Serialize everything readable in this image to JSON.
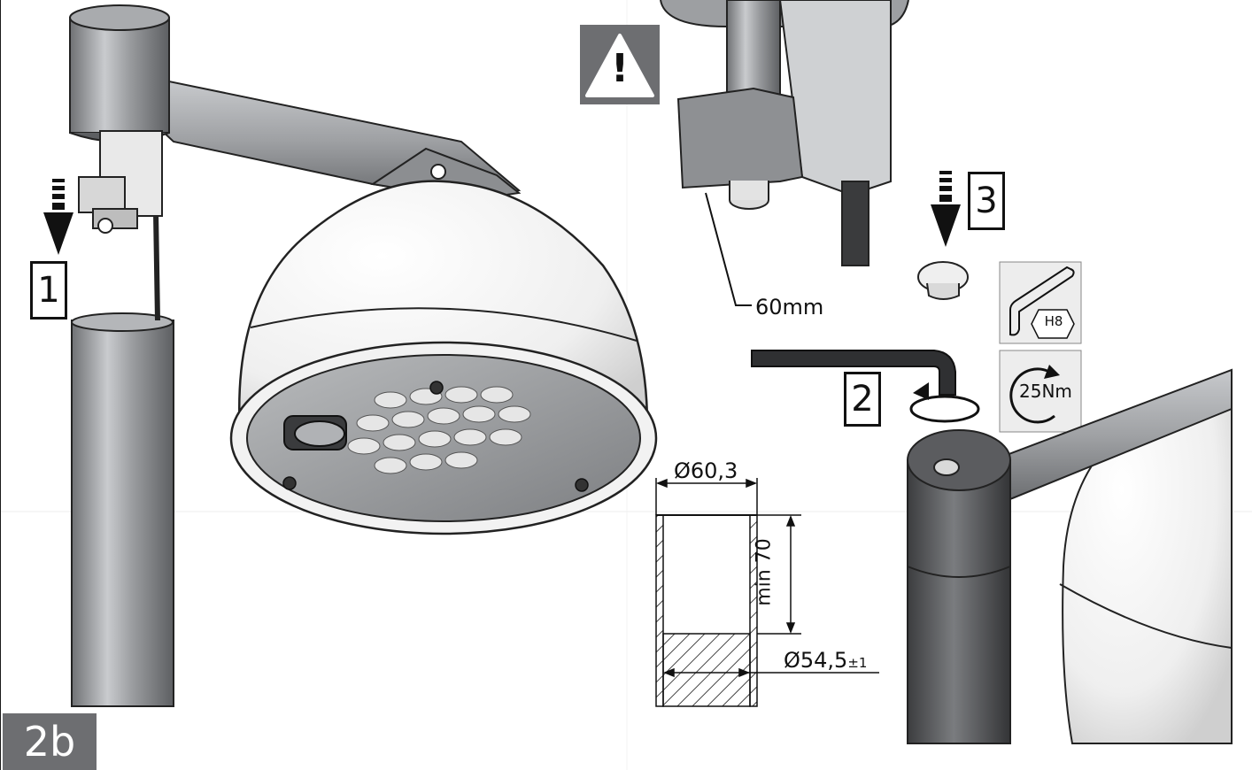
{
  "figure_label": "2b",
  "steps": [
    "1",
    "2",
    "3"
  ],
  "warning_symbol": "!",
  "dimensions": {
    "outer_diameter": "Ø60,3",
    "inner_diameter": "Ø54,5",
    "inner_tolerance": "±1",
    "min_depth": "min 70",
    "screw_length": "60mm"
  },
  "tools": {
    "hex_key_size": "H8",
    "torque": "25Nm"
  },
  "colors": {
    "warning_bg": "#6d6e71",
    "pole_gray": "#8a8c8f",
    "shade_white": "#f4f4f4",
    "line": "#111111"
  }
}
